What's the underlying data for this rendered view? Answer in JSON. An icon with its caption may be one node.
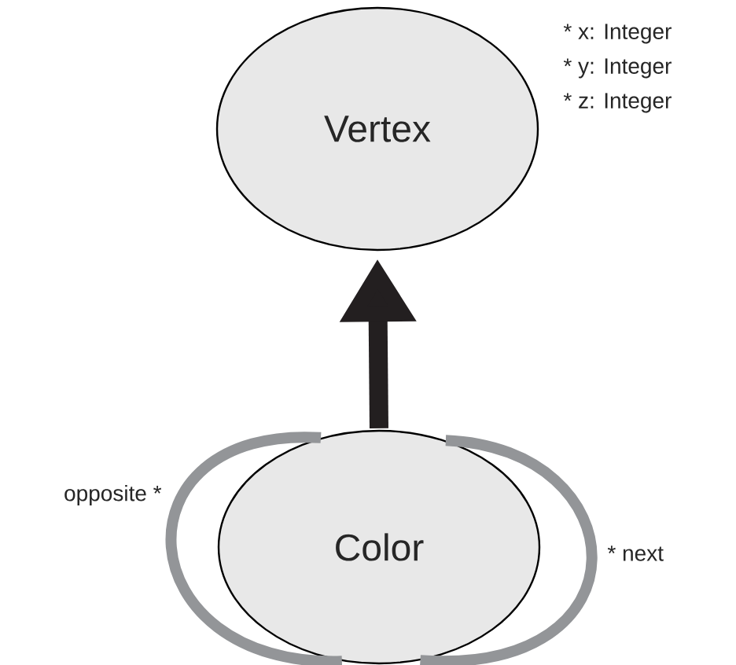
{
  "diagram": {
    "nodes": [
      {
        "text": [
          "Vertex"
        ],
        "beside": [
          "* x: Integer",
          "* y: Integer",
          "* z: Integer"
        ]
      },
      {
        "text": [
          "Color"
        ]
      }
    ],
    "edges": [
      {
        "from": 1,
        "to": 0,
        "arrow": "to",
        "color": "#231f20"
      },
      {
        "from": 1,
        "to": 1,
        "arrow": "none",
        "color": "#939598",
        "label": "opposite *"
      },
      {
        "from": 1,
        "to": 1,
        "arrow": "none",
        "color": "#939598",
        "label": "* next"
      }
    ]
  }
}
